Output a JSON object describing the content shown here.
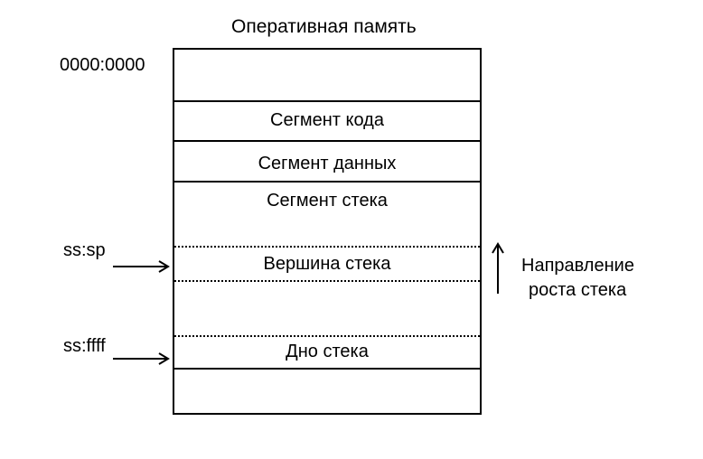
{
  "title": "Оперативная память",
  "start_address": "0000:0000",
  "segments": {
    "code": "Сегмент кода",
    "data": "Сегмент данных",
    "stack": "Сегмент стека",
    "stack_top": "Вершина стека",
    "stack_bottom": "Дно  стека"
  },
  "pointers": {
    "top": "ss:sp",
    "bottom": "ss:ffff"
  },
  "direction": {
    "line1": "Направление",
    "line2": "роста стека"
  }
}
